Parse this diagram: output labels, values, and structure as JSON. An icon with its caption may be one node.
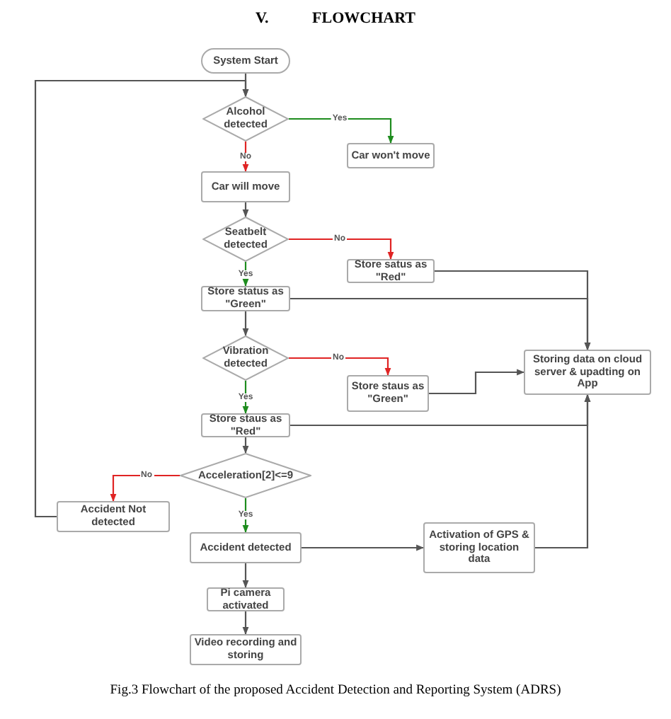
{
  "diagram": {
    "title": "V. FLOWCHART",
    "caption": "Fig.3 Flowchart of the proposed Accident Detection and Reporting System (ADRS)",
    "nodes": [
      {
        "text": [
          "System Start"
        ]
      },
      {
        "text": [
          "Alcohol detected"
        ]
      },
      {
        "text": [
          "Car won't move"
        ]
      },
      {
        "text": [
          "Car will move"
        ]
      },
      {
        "text": [
          "Seatbelt detected"
        ]
      },
      {
        "text": [
          "Store satus as \"Red\""
        ]
      },
      {
        "text": [
          "Store status as \"Green\""
        ]
      },
      {
        "text": [
          "Vibration detected"
        ]
      },
      {
        "text": [
          "Store staus as \"Green\""
        ]
      },
      {
        "text": [
          "Storing data on cloud server & upadting on App"
        ]
      },
      {
        "text": [
          "Store staus as \"Red\""
        ]
      },
      {
        "text": [
          "Acceleration[2]<=9"
        ]
      },
      {
        "text": [
          "Accident Not detected"
        ]
      },
      {
        "text": [
          "Accident detected"
        ]
      },
      {
        "text": [
          "Activation of GPS & storing location data"
        ]
      },
      {
        "text": [
          "Pi camera activated"
        ]
      },
      {
        "text": [
          "Video recording and storing"
        ]
      }
    ],
    "edges": [
      {
        "from": 0,
        "to": 1,
        "arrow": "to"
      },
      {
        "from": 1,
        "to": 2,
        "arrow": "to",
        "label": "Yes",
        "color": "#1e8c1e"
      },
      {
        "from": 1,
        "to": 3,
        "arrow": "to",
        "label": "No",
        "color": "#e02424"
      },
      {
        "from": 3,
        "to": 4,
        "arrow": "to"
      },
      {
        "from": 4,
        "to": 5,
        "arrow": "to",
        "label": "No",
        "color": "#e02424"
      },
      {
        "from": 4,
        "to": 6,
        "arrow": "to",
        "label": "Yes",
        "color": "#1e8c1e"
      },
      {
        "from": 5,
        "to": 9,
        "arrow": "to"
      },
      {
        "from": 6,
        "to": 9,
        "arrow": "to"
      },
      {
        "from": 6,
        "to": 7,
        "arrow": "to"
      },
      {
        "from": 7,
        "to": 8,
        "arrow": "to",
        "label": "No",
        "color": "#e02424"
      },
      {
        "from": 7,
        "to": 10,
        "arrow": "to",
        "label": "Yes",
        "color": "#1e8c1e"
      },
      {
        "from": 8,
        "to": 9,
        "arrow": "to"
      },
      {
        "from": 10,
        "to": 9,
        "arrow": "to"
      },
      {
        "from": 10,
        "to": 11,
        "arrow": "to"
      },
      {
        "from": 11,
        "to": 12,
        "arrow": "to",
        "label": "No",
        "color": "#e02424"
      },
      {
        "from": 11,
        "to": 13,
        "arrow": "to",
        "label": "Yes",
        "color": "#1e8c1e"
      },
      {
        "from": 12,
        "to": 1,
        "arrow": "to"
      },
      {
        "from": 13,
        "to": 14,
        "arrow": "to"
      },
      {
        "from": 14,
        "to": 9,
        "arrow": "to"
      },
      {
        "from": 13,
        "to": 15,
        "arrow": "to"
      },
      {
        "from": 15,
        "to": 16,
        "arrow": "to"
      }
    ]
  }
}
